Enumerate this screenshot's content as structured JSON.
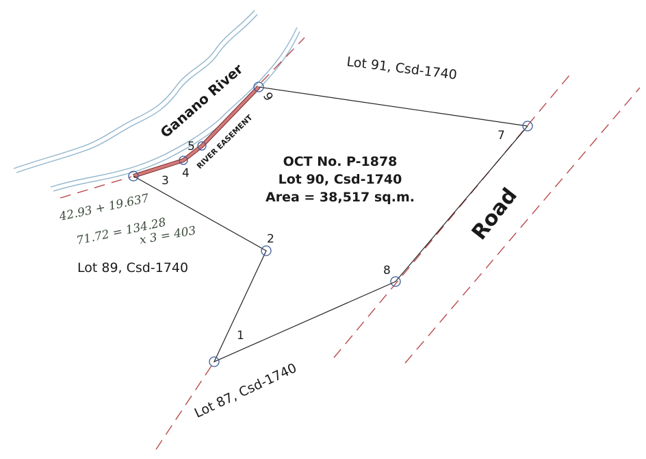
{
  "colors": {
    "river": "#8fb4cc",
    "boundary": "#222222",
    "easement": "#c4686a",
    "dashed": "#b9484b"
  },
  "river_name": "Ganano River",
  "easement_label": "RIVER EASEMENT",
  "title": {
    "line1": "OCT No. P-1878",
    "line2": "Lot 90, Csd-1740",
    "line3": "Area = 38,517 sq.m."
  },
  "adjacent_lots": {
    "north": "Lot 91, Csd-1740",
    "west": "Lot 89, Csd-1740",
    "south": "Lot 87, Csd-1740"
  },
  "road_label": "Road",
  "corner_labels": [
    "1",
    "2",
    "3",
    "4",
    "5",
    "6",
    "7",
    "8"
  ],
  "handwritten_notes": [
    "42.93 + 19.637",
    "71.72 = 134.28",
    "x 3 = 403"
  ]
}
